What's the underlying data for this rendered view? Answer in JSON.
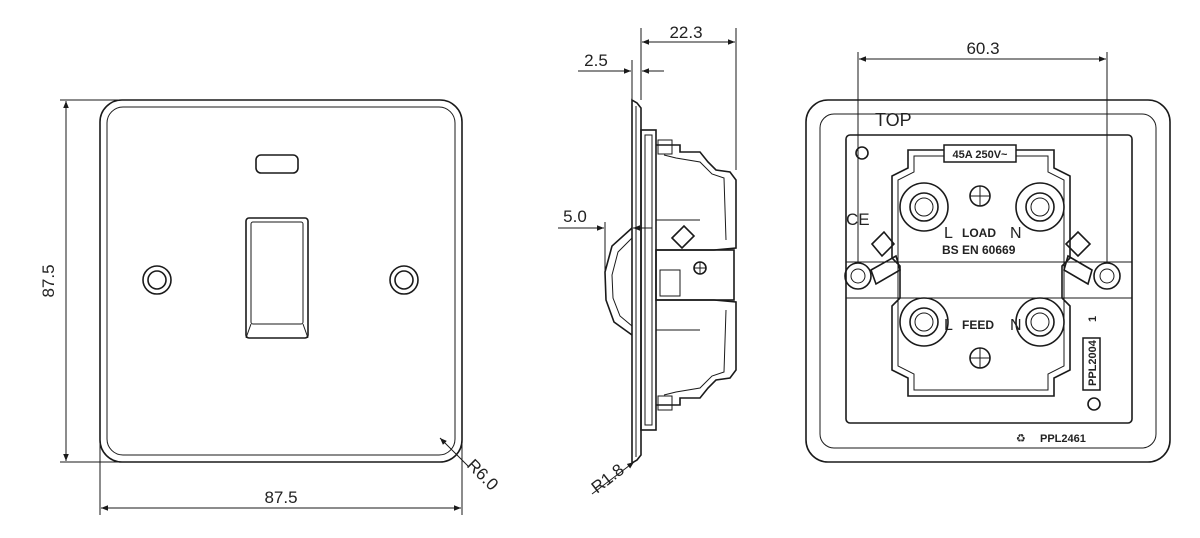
{
  "front_view": {
    "width_dim": "87.5",
    "height_dim": "87.5",
    "corner_radius": "R6.0"
  },
  "side_view": {
    "depth_dim": "22.3",
    "plate_dim": "2.5",
    "rocker_dim": "5.0",
    "edge_radius": "R1.8"
  },
  "rear_view": {
    "terminal_spacing_dim": "60.3",
    "top_label": "TOP",
    "rating_label": "45A 250V~",
    "load_label": "LOAD",
    "feed_label": "FEED",
    "live_label": "L",
    "neutral_label": "N",
    "standard_label": "BS  EN  60669",
    "side_code": "PPL2004",
    "side_number": "1",
    "part_code": "PPL2461",
    "ce_mark": "CE"
  }
}
